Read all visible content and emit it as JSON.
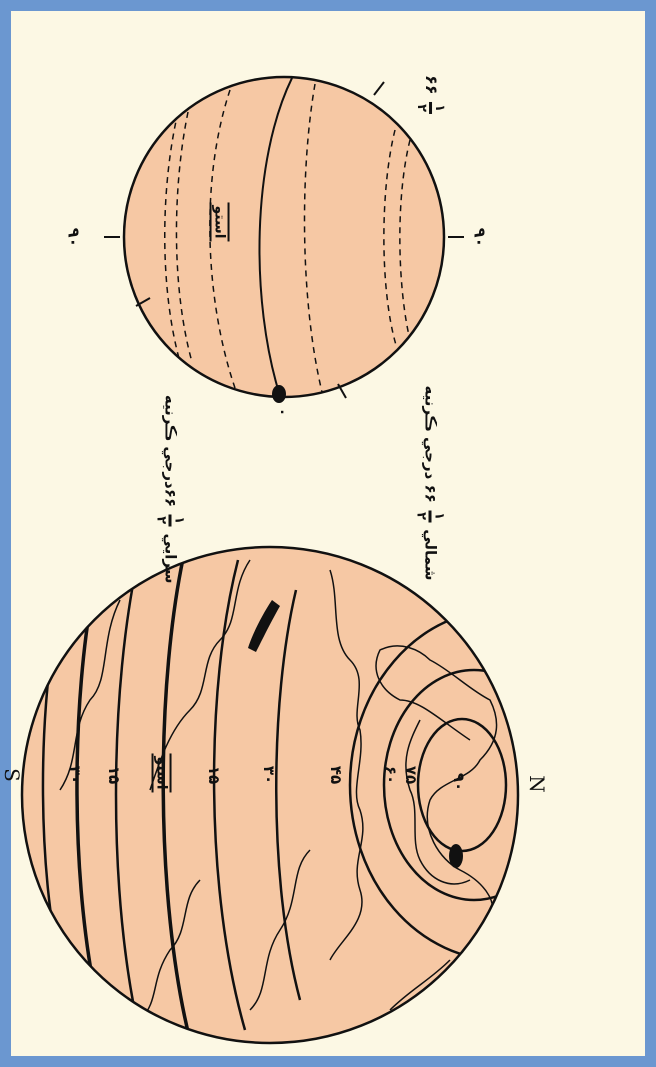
{
  "colors": {
    "border": "#6b97d0",
    "background": "#fcf8e4",
    "sphere_fill": "#f6c8a4",
    "ink": "#111111"
  },
  "small_globe": {
    "top_angle": "۶۶",
    "top_fraction": {
      "num": "۱",
      "den": "۲"
    },
    "left_tick": "۹۰",
    "right_tick": "۹۰",
    "bottom_tick": "۰",
    "equator": "استو"
  },
  "tropic_labels": {
    "north": {
      "prefix": "شمالي",
      "num": "۱",
      "den": "۲",
      "suffix": "۶۶ درجي ڪرنيه"
    },
    "south": {
      "prefix": "سرايي",
      "num": "۱",
      "den": "۲",
      "suffix": "۶۶درجي ڪرنيه"
    }
  },
  "big_globe": {
    "north_pole": "N",
    "south_pole": "S",
    "latitudes": [
      "۹۰",
      "۷۵",
      "۶۰",
      "۴۵",
      "۳۰",
      "۱۵",
      "استو",
      "۱۵",
      "۳۰"
    ]
  }
}
